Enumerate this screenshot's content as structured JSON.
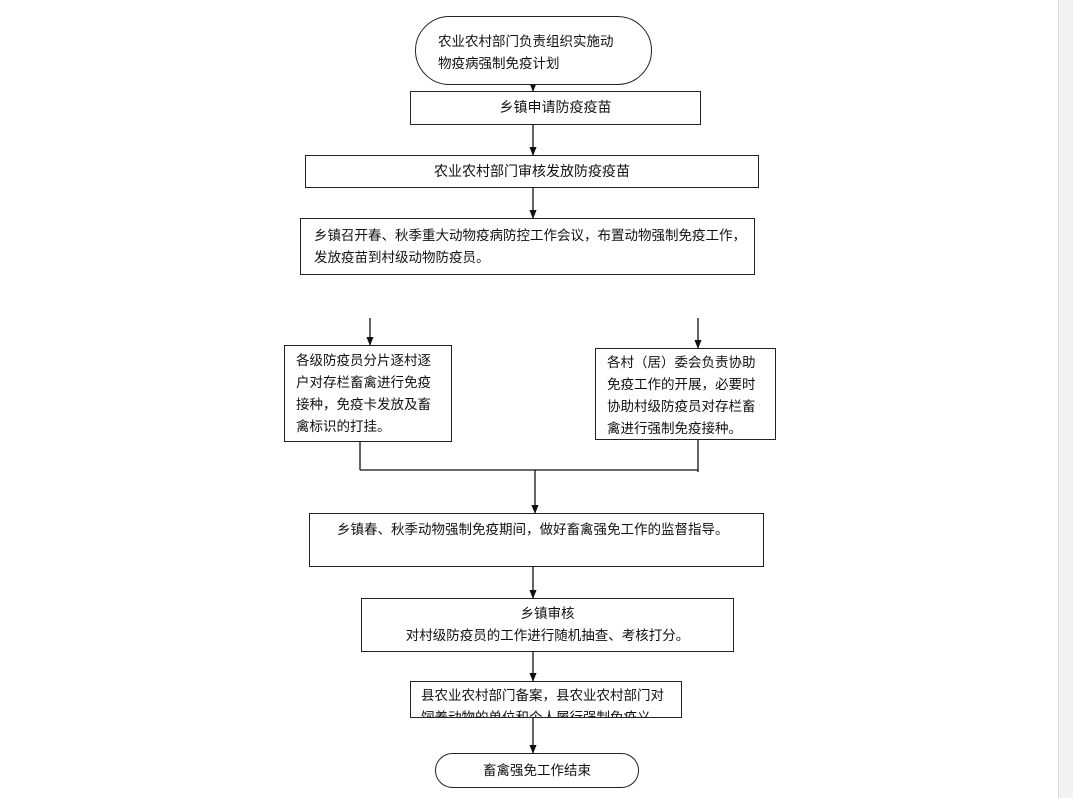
{
  "flowchart": {
    "start": {
      "line1": "农业农村部门负责组织实施动",
      "line2": "物疫病强制免疫计划"
    },
    "step_apply": "乡镇申请防疫疫苗",
    "step_review_issue": "农业农村部门审核发放防疫疫苗",
    "step_meeting": {
      "line1": "乡镇召开春、秋季重大动物疫病防控工作会议，布置动物强制免疫工作，",
      "line2": "发放疫苗到村级动物防疫员。"
    },
    "branch_left": {
      "line1": "各级防疫员分片逐村逐",
      "line2": "户对存栏畜禽进行免疫",
      "line3": "接种，免疫卡发放及畜",
      "line4": "禽标识的打挂。"
    },
    "branch_right": {
      "line1": "各村（居）委会负责协助",
      "line2": "免疫工作的开展，必要时",
      "line3": "协助村级防疫员对存栏畜",
      "line4": "禽进行强制免疫接种。"
    },
    "step_supervise": "乡镇春、秋季动物强制免疫期间，做好畜禽强免工作的监督指导。",
    "step_town_audit": {
      "line1": "乡镇审核",
      "line2": "对村级防疫员的工作进行随机抽查、考核打分。"
    },
    "step_county": {
      "line1": "县农业农村部门备案，县农业农村部门对",
      "line2": "饲养动物的单位和个人履行强制免疫义"
    },
    "end": "畜禽强免工作结束"
  }
}
